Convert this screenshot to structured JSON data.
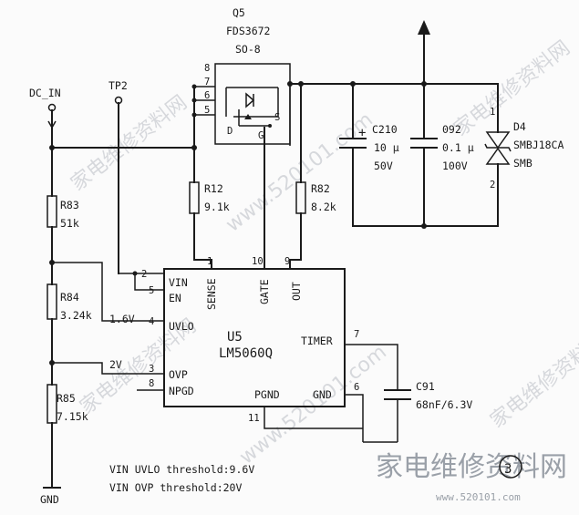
{
  "components": {
    "q5": {
      "ref": "Q5",
      "part": "FDS3672",
      "package": "SO-8",
      "pins": [
        "8",
        "7",
        "6",
        "5"
      ],
      "d": "D",
      "g": "G",
      "s": "S"
    },
    "c210": {
      "ref": "C210",
      "value": "10 μ",
      "voltage": "50V",
      "polarity": "+"
    },
    "c092": {
      "ref": "092",
      "value": "0.1 μ",
      "voltage": "100V"
    },
    "d4": {
      "ref": "D4",
      "part": "SMBJ18CA",
      "package": "SMB",
      "pin1": "1",
      "pin2": "2"
    },
    "r12": {
      "ref": "R12",
      "value": "9.1k"
    },
    "r82": {
      "ref": "R82",
      "value": "8.2k"
    },
    "r83": {
      "ref": "R83",
      "value": "51k"
    },
    "r84": {
      "ref": "R84",
      "value": "3.24k"
    },
    "r85": {
      "ref": "R85",
      "value": "7.15k"
    },
    "c91": {
      "ref": "C91",
      "value": "68nF/6.3V"
    },
    "u5": {
      "ref": "U5",
      "part": "LM5060Q",
      "pins": {
        "vin": "VIN",
        "vin_num": "2",
        "en": "EN",
        "en_num": "5",
        "uvlo": "UVLO",
        "uvlo_num": "4",
        "ovp": "OVP",
        "ovp_num": "3",
        "npgd": "NPGD",
        "npgd_num": "8",
        "sense": "SENSE",
        "sense_num": "1",
        "gate": "GATE",
        "gate_num": "10",
        "out": "OUT",
        "out_num": "9",
        "timer": "TIMER",
        "timer_num": "7",
        "gnd": "GND",
        "gnd_num": "6",
        "pgnd": "PGND",
        "pgnd_num": "11"
      }
    }
  },
  "nets": {
    "dc_in": "DC_IN",
    "tp2": "TP2",
    "gnd": "GND",
    "uvlo_v": "1.6V",
    "ovp_v": "2V"
  },
  "notes": {
    "line1": "VIN UVLO threshold:9.6V",
    "line2": "VIN OVP threshold:20V"
  },
  "figure_marker": "3",
  "watermark": {
    "cn": "家电维修资料网",
    "url": "www.520101.com"
  }
}
